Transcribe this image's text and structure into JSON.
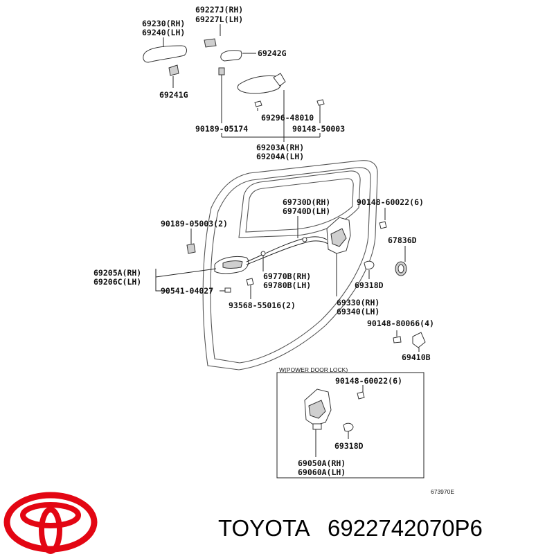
{
  "labels": {
    "p69227J": "69227J(RH)",
    "p69227L": "69227L(LH)",
    "p69230": "69230(RH)",
    "p69240": "69240(LH)",
    "p69242G": "69242G",
    "p69241G": "69241G",
    "p69296": "69296-48010",
    "p90189a": "90189-05174",
    "p90148a": "90148-50003",
    "p69203A": "69203A(RH)",
    "p69204A": "69204A(LH)",
    "p69730D": "69730D(RH)",
    "p69740D": "69740D(LH)",
    "p90148b": "90148-60022(6)",
    "p90189b": "90189-05003(2)",
    "p67836D": "67836D",
    "p69205A": "69205A(RH)",
    "p69206C": "69206C(LH)",
    "p90541": "90541-04027",
    "p69770B": "69770B(RH)",
    "p69780B": "69780B(LH)",
    "p69318Da": "69318D",
    "p69330": "69330(RH)",
    "p69340": "69340(LH)",
    "p93568": "93568-55016(2)",
    "p90148c": "90148-80066(4)",
    "p69410B": "69410B",
    "boxTitle": "W(POWER DOOR LOCK)",
    "p90148d": "90148-60022(6)",
    "p69318Db": "69318D",
    "p69050A": "69050A(RH)",
    "p69060A": "69060A(LH)",
    "figCode": "673970E"
  },
  "footer": {
    "brand": "TOYOTA",
    "partNumber": "6922742070P6"
  },
  "colors": {
    "logo": "#e30613",
    "ink": "#111111"
  },
  "logo": "toyota-logo-icon"
}
